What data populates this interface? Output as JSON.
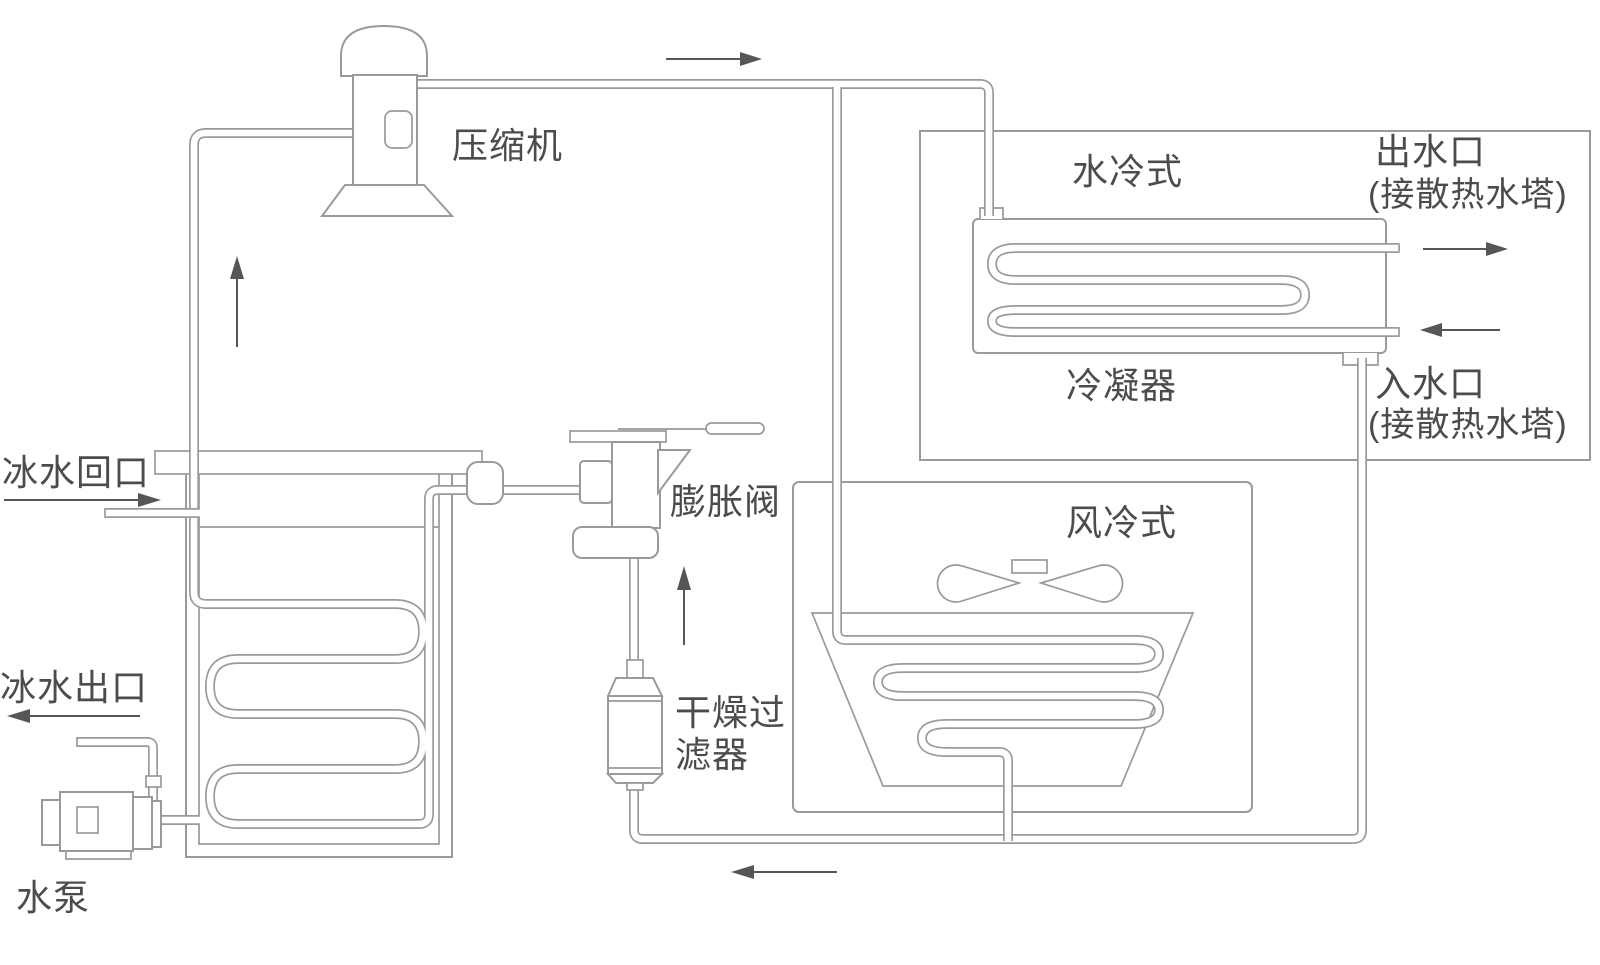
{
  "labels": {
    "compressor": "压缩机",
    "water_cooled": "水冷式",
    "water_outlet": "出水口",
    "water_outlet_note": "(接散热水塔)",
    "condenser": "冷凝器",
    "water_inlet": "入水口",
    "water_inlet_note": "(接散热水塔)",
    "air_cooled": "风冷式",
    "expansion_valve": "膨胀阀",
    "drier_filter_line1": "干燥过",
    "drier_filter_line2": "滤器",
    "chilled_water_return": "冰水回口",
    "chilled_water_out": "冰水出口",
    "water_pump": "水泵"
  },
  "colors": {
    "line": "#9a9a9a",
    "text": "#4c4c4c",
    "arrow": "#565656",
    "background": "#ffffff"
  }
}
